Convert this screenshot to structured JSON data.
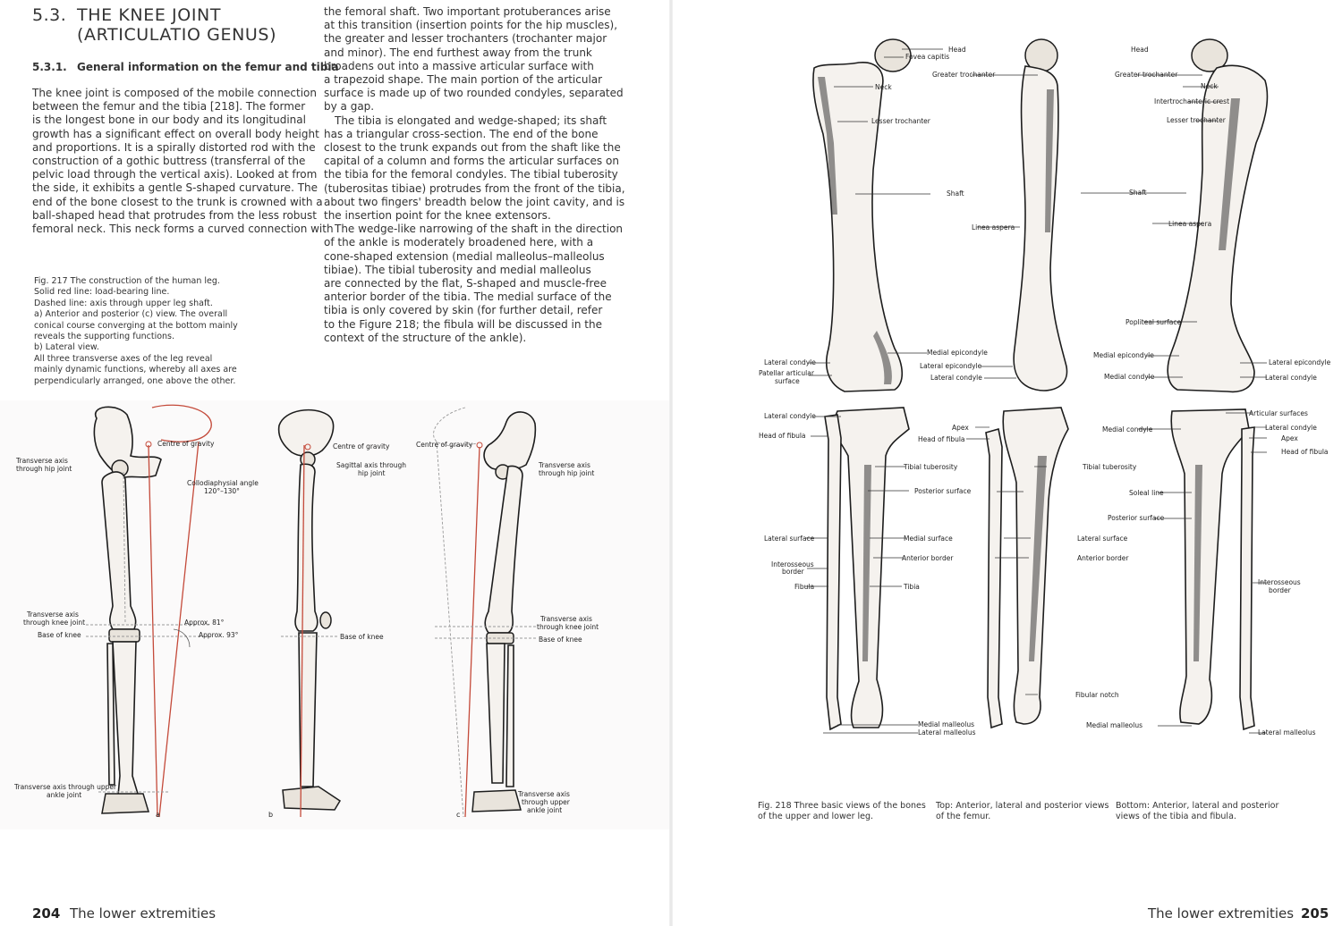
{
  "left_page": {
    "section_number": "5.3.",
    "section_title_lines": [
      "THE KNEE JOINT",
      "(ARTICULATIO GENUS)"
    ],
    "subsection_number": "5.3.1.",
    "subsection_title": "General information on the femur and tibia",
    "col1_lines": [
      "The knee joint is composed of the mobile connection",
      "between the femur and the tibia [218]. The former",
      "is the longest bone in our body and its longitudinal",
      "growth has a significant effect on overall body height",
      "and proportions. It is a spirally distorted rod with the",
      "construction of a gothic buttress (transferral of the",
      "pelvic load through the vertical axis). Looked at from",
      "the side, it exhibits a gentle S-shaped curvature. The",
      "end of the bone closest to the trunk is crowned with a",
      "ball-shaped head that protrudes from the less robust",
      "femoral neck. This neck forms a curved connection with"
    ],
    "col2_lines": [
      "the femoral shaft. Two important protuberances arise",
      "at this transition (insertion points for the hip muscles),",
      "the greater and lesser trochanters (trochanter major",
      "and minor). The end furthest away from the trunk",
      "broadens out into a massive articular surface with",
      "a trapezoid shape. The main portion of the articular",
      "surface is made up of two rounded condyles, separated",
      "by a gap.",
      "The tibia is elongated and wedge-shaped; its shaft",
      "has a triangular cross-section. The end of the bone",
      "closest to the trunk expands out from the shaft like the",
      "capital of a column and forms the articular surfaces on",
      "the tibia for the femoral condyles. The tibial tuberosity",
      "(tuberositas tibiae) protrudes from the front of the tibia,",
      "about two fingers' breadth below the joint cavity, and is",
      "the insertion point for the knee extensors.",
      "The wedge-like narrowing of the shaft in the direction",
      "of the ankle is moderately broadened here, with a",
      "cone-shaped extension (medial malleolus–malleolus",
      "tibiae). The tibial tuberosity and medial malleolus",
      "are connected by the flat, S-shaped and muscle-free",
      "anterior border of the tibia. The medial surface of the",
      "tibia is only covered by skin (for further detail, refer",
      "to the Figure 218; the fibula will be discussed in the",
      "context of the structure of the ankle)."
    ],
    "caption_217_lines": [
      "Fig. 217  The construction of the human leg.",
      "Solid red line: load-bearing line.",
      "Dashed line: axis through upper leg shaft.",
      "a)  Anterior and posterior (c) view. The overall",
      "conical course converging at the bottom mainly",
      "reveals the supporting functions.",
      "b)  Lateral view.",
      "All three transverse axes of the leg reveal",
      "mainly dynamic functions, whereby all axes are",
      "perpendicularly arranged, one above the other."
    ],
    "fig217_labels": {
      "centre_of_gravity": "Centre of gravity",
      "transverse_hip": [
        "Transverse axis",
        "through hip joint"
      ],
      "collodiaphysial": [
        "Collodiaphysial angle",
        "120°–130°"
      ],
      "transverse_knee": [
        "Transverse axis",
        "through knee joint"
      ],
      "approx81": "Approx. 81°",
      "approx93": "Approx. 93°",
      "base_of_knee": "Base of knee",
      "transverse_ankle": [
        "Transverse axis through upper",
        "ankle joint"
      ],
      "sagittal_hip": [
        "Sagittal axis through",
        "hip joint"
      ],
      "transverse_ankle_c": [
        "Transverse axis",
        "through upper",
        "ankle joint"
      ],
      "panel_a": "a",
      "panel_b": "b",
      "panel_c": "c"
    },
    "footer_page_number": "204",
    "footer_title": "The lower extremities"
  },
  "right_page": {
    "femur_labels": {
      "head": "Head",
      "fovea_capitis": "Fovea capitis",
      "neck": "Neck",
      "greater_trochanter": "Greater trochanter",
      "lesser_trochanter": "Lesser trochanter",
      "shaft": "Shaft",
      "linea_aspera": "Linea aspera",
      "intertrochanteric_crest": "Intertrochanteric crest",
      "popliteal_surface": "Popliteal surface",
      "lateral_condyle": "Lateral condyle",
      "patellar_articular_surface": [
        "Patellar articular",
        "surface"
      ],
      "medial_epicondyle": "Medial epicondyle",
      "lateral_epicondyle": "Lateral epicondyle",
      "medial_condyle": "Medial condyle"
    },
    "tibia_labels": {
      "lateral_condyle": "Lateral condyle",
      "head_of_fibula": "Head of fibula",
      "apex": "Apex",
      "tibial_tuberosity": "Tibial tuberosity",
      "posterior_surface": "Posterior surface",
      "lateral_surface": "Lateral surface",
      "medial_surface": "Medial surface",
      "anterior_border": "Anterior border",
      "interosseous_border": [
        "Interosseous",
        "border"
      ],
      "fibula": "Fibula",
      "tibia": "Tibia",
      "medial_malleolus": "Medial malleolus",
      "lateral_malleolus": "Lateral malleolus",
      "fibular_notch": "Fibular notch",
      "medial_condyle": "Medial condyle",
      "soleal_line": "Soleal line",
      "articular_surfaces": "Articular surfaces"
    },
    "caption_218": {
      "col1": [
        "Fig. 218  Three basic views of the bones",
        "of the upper and lower leg."
      ],
      "col2": [
        "Top: Anterior, lateral and posterior views",
        "of the femur."
      ],
      "col3": [
        "Bottom: Anterior, lateral and posterior",
        "views of the tibia and fibula."
      ]
    },
    "footer_title": "The lower extremities",
    "footer_page_number": "205"
  }
}
